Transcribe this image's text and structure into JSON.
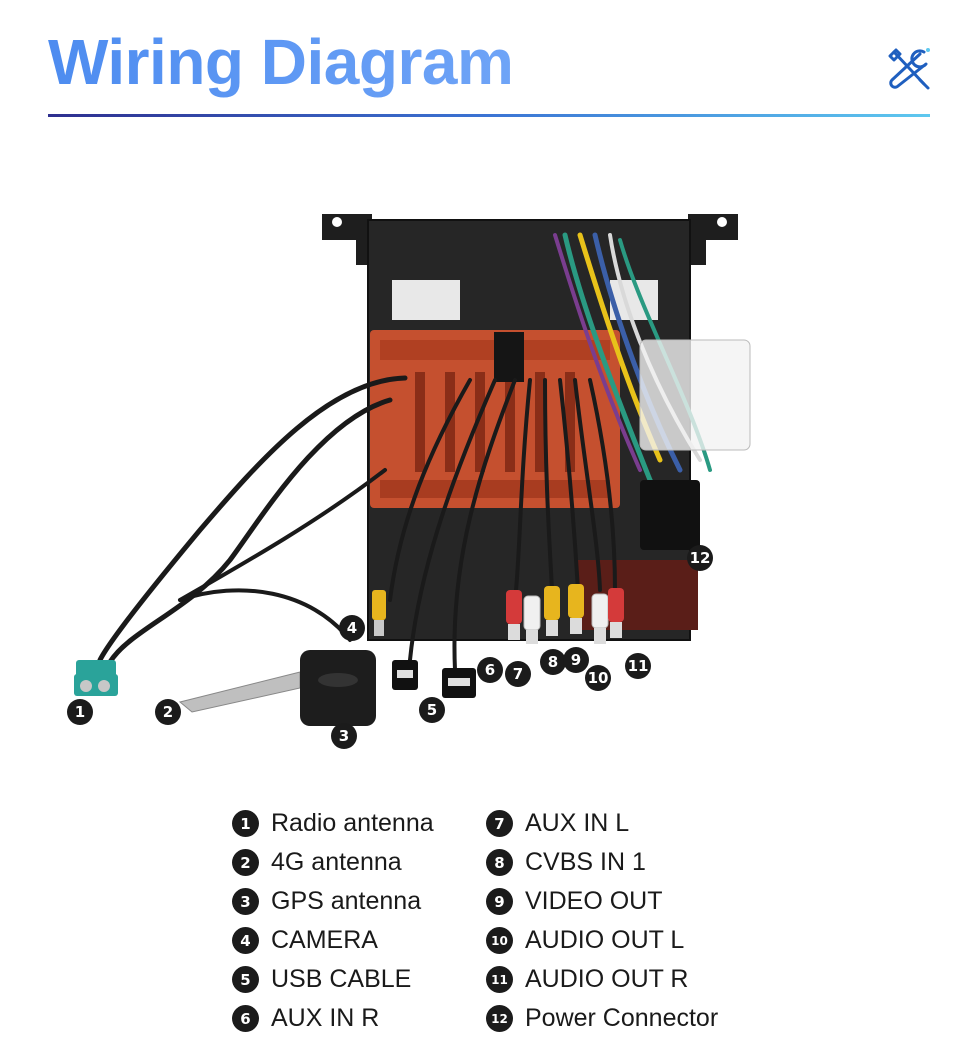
{
  "header": {
    "title": "Wiring Diagram",
    "icon": "tools-icon"
  },
  "colors": {
    "title_gradient_start": "#4d8cf0",
    "rule_start": "#2e2f8f",
    "rule_end": "#5ec8ef",
    "badge": "#1b1b1b",
    "chassis_orange": "#c5502f"
  },
  "diagram": {
    "callouts": [
      "1",
      "2",
      "3",
      "4",
      "5",
      "6",
      "7",
      "8",
      "9",
      "10",
      "11",
      "12"
    ]
  },
  "legend": {
    "left": [
      {
        "num": "1",
        "label": "Radio antenna"
      },
      {
        "num": "2",
        "label": "4G antenna"
      },
      {
        "num": "3",
        "label": "GPS antenna"
      },
      {
        "num": "4",
        "label": "CAMERA"
      },
      {
        "num": "5",
        "label": "USB CABLE"
      },
      {
        "num": "6",
        "label": "AUX IN R"
      }
    ],
    "right": [
      {
        "num": "7",
        "label": "AUX IN L"
      },
      {
        "num": "8",
        "label": "CVBS IN 1"
      },
      {
        "num": "9",
        "label": "VIDEO OUT"
      },
      {
        "num": "10",
        "label": "AUDIO OUT L"
      },
      {
        "num": "11",
        "label": "AUDIO OUT R"
      },
      {
        "num": "12",
        "label": "Power Connector"
      }
    ]
  }
}
